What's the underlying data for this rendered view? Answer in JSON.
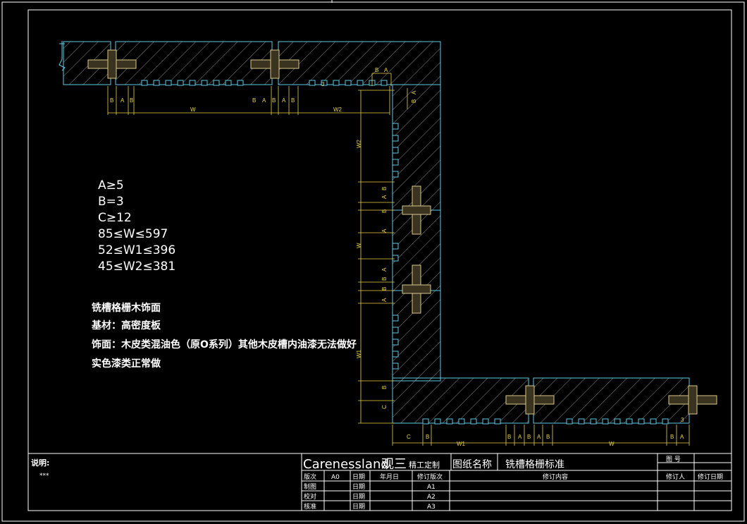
{
  "colors": {
    "background": "#000000",
    "frame": "#ffffff",
    "panel_outline": "#5ec8e6",
    "hatch": "#8a8a8a",
    "dimension": "#e8d24a",
    "connector": "#d9c98a"
  },
  "spec": {
    "lines": [
      "A≥5",
      "B=3",
      "C≥12",
      "85≤W≤597",
      "52≤W1≤396",
      "45≤W2≤381"
    ]
  },
  "notes": {
    "lines": [
      "铣槽格栅木饰面",
      "基材：高密度板",
      "饰面：木皮类混油色（原O系列）其他木皮槽内油漆无法做好",
      "实色漆类正常做"
    ]
  },
  "dimensions": {
    "A": "A",
    "B": "B",
    "C": "C",
    "W": "W",
    "W1": "W1",
    "W2": "W2",
    "small": "3"
  },
  "legend": {
    "label": "说明:",
    "value": "***"
  },
  "title_block": {
    "brand": "Carenessland",
    "brand_cn": "观三",
    "brand_tag": "精工定制",
    "drawing_name_label": "图纸名称",
    "drawing_name": "铣槽格栅标准",
    "drawing_no_label": "图 号",
    "header": [
      "版次",
      "A0",
      "日期",
      "年月日",
      "修订版次",
      "修订内容",
      "修订人",
      "修订日期"
    ],
    "rows": [
      {
        "role": "制图",
        "date_label": "日期",
        "rev": "A1"
      },
      {
        "role": "校对",
        "date_label": "日期",
        "rev": "A2"
      },
      {
        "role": "核准",
        "date_label": "日期",
        "rev": "A3"
      }
    ]
  }
}
